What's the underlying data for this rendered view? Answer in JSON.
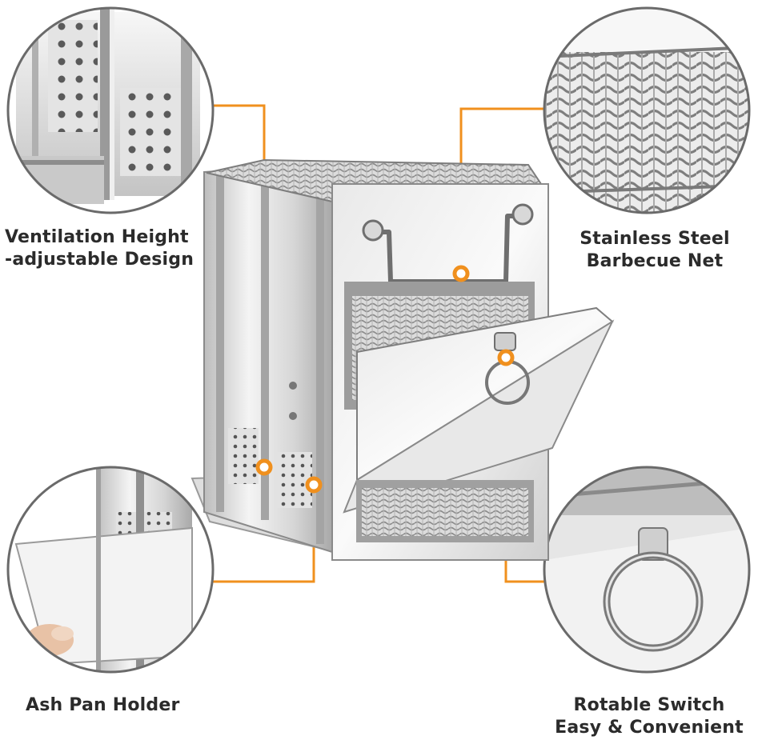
{
  "callouts": {
    "ventilation": {
      "line1": "Ventilation Height",
      "line2": "-adjustable Design"
    },
    "net": {
      "line1": "Stainless Steel",
      "line2": "Barbecue Net"
    },
    "ash_pan": {
      "line1": "Ash Pan Holder"
    },
    "switch": {
      "line1": "Rotable Switch",
      "line2": "Easy & Convenient"
    }
  },
  "colors": {
    "accent": "#f0901e",
    "ring": "#6a6a6a",
    "steel_light": "#f2f2f2",
    "steel_mid": "#c9c9c9",
    "steel_dark": "#8a8a8a",
    "text": "#2b2b2b"
  }
}
